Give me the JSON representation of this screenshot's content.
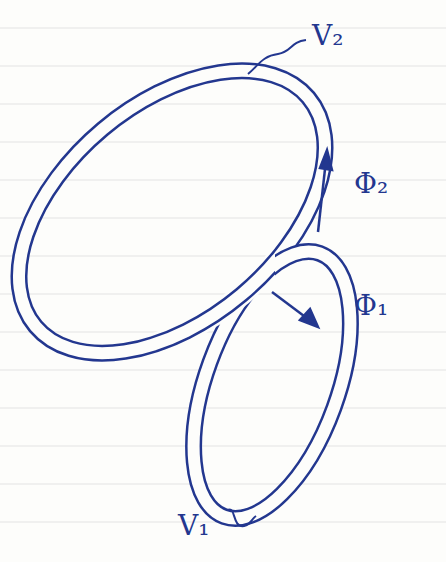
{
  "diagram": {
    "labels": [
      "V₂",
      "Φ₂",
      "Φ₁",
      "V₁"
    ]
  }
}
